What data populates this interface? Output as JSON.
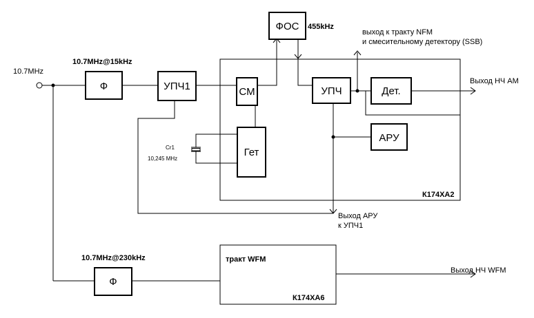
{
  "input_label": "10.7MHz",
  "filter1": {
    "spec": "10.7MHz@15kHz",
    "label": "Ф"
  },
  "filter2": {
    "spec": "10.7MHz@230kHz",
    "label": "Ф"
  },
  "upch1": "УПЧ1",
  "fos": {
    "label": "ФОС",
    "freq": "455kHz"
  },
  "mixer": "СМ",
  "upch": "УПЧ",
  "detector": "Дет.",
  "agc": "АРУ",
  "oscillator": "Гет",
  "crystal": {
    "name": "Cr1",
    "freq": "10,245 MHz"
  },
  "chip1": "К174ХА2",
  "chip2": "К174ХА6",
  "wfm_block": "тракт WFM",
  "out_am": "Выход НЧ АМ",
  "out_wfm": "Выход НЧ WFM",
  "out_agc_line1": "Выход АРУ",
  "out_agc_line2": "к УПЧ1",
  "out_nfm_line1": "выход к тракту NFM",
  "out_nfm_line2": "и смесительному детектору (SSB)"
}
